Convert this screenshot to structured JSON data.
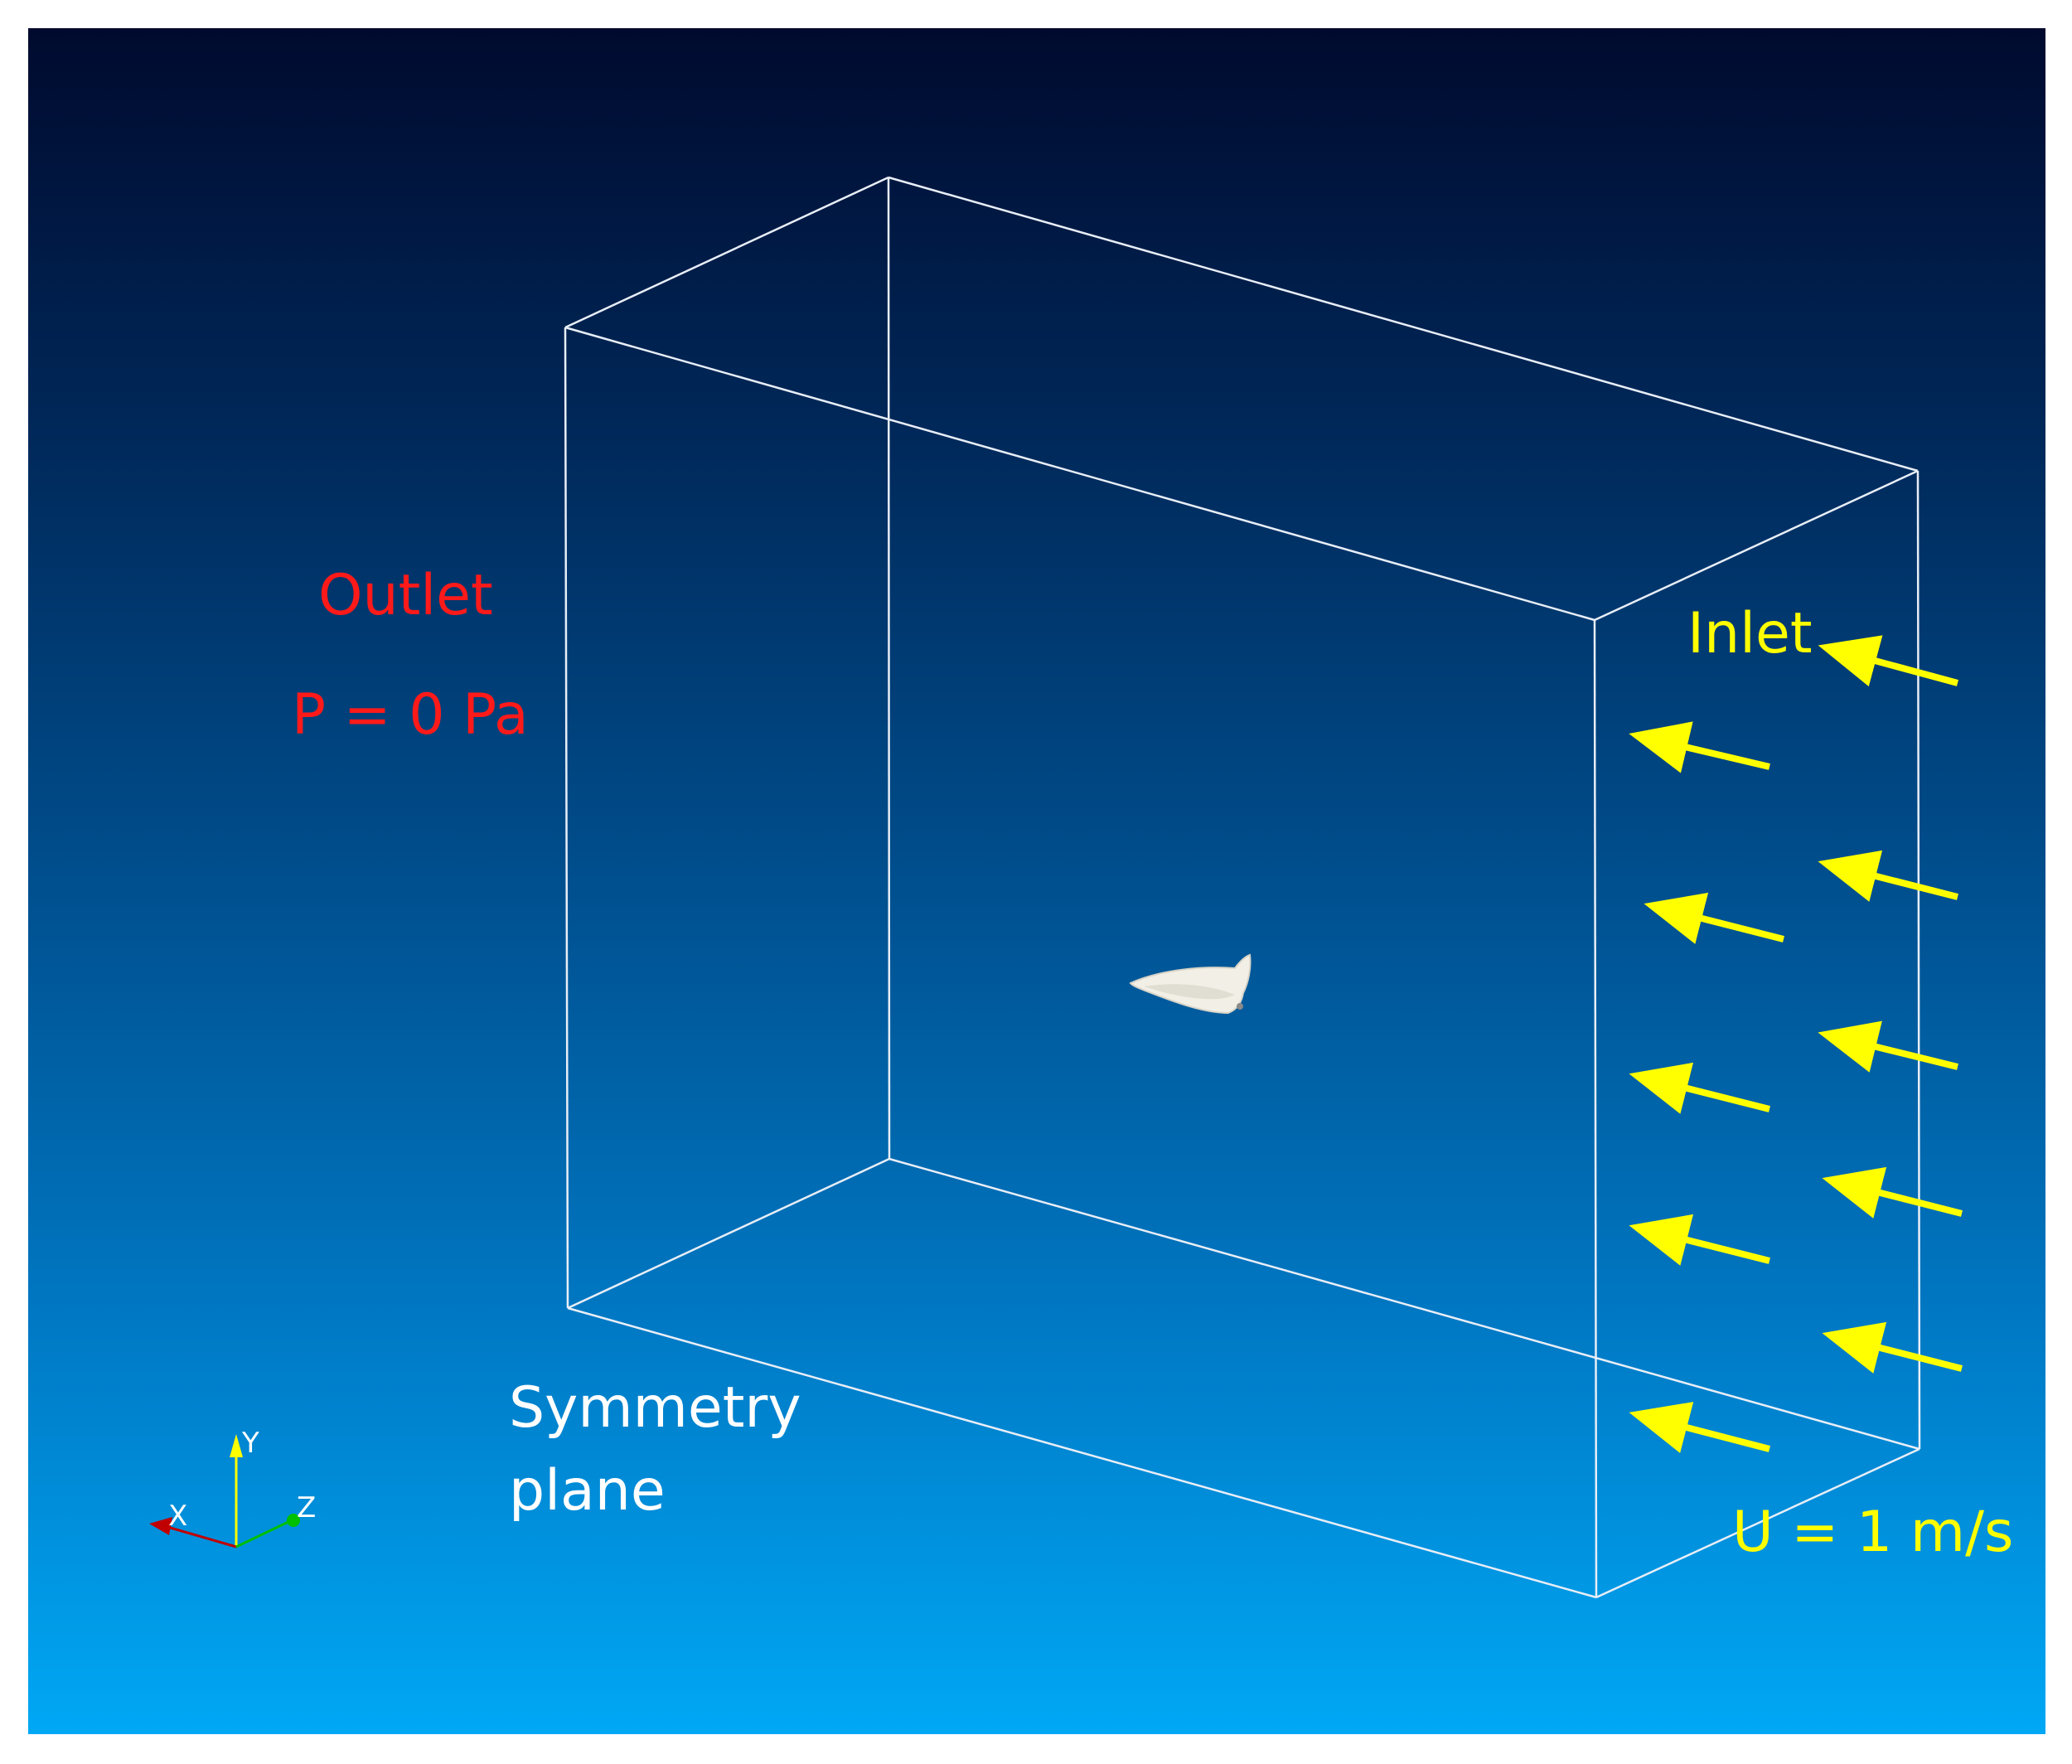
{
  "labels": {
    "outlet": "Outlet",
    "pressure": "P = 0 Pa",
    "inlet": "Inlet",
    "velocity": "U = 1 m/s",
    "symmetry_line1": "Symmetry",
    "symmetry_line2": "plane"
  },
  "axes": {
    "x": "X",
    "y": "Y",
    "z": "Z"
  },
  "colors": {
    "boundary_condition_outlet": "#ff1a1a",
    "inlet_arrows": "#ffff00",
    "box_edges": "#e8eef7",
    "body": "#f2efe6",
    "axis_x": "#c00000",
    "axis_y": "#ffff00",
    "axis_z": "#00c000"
  },
  "icons": {
    "inlet_arrow": "arrow-left-icon",
    "orientation": "xyz-triad-icon"
  }
}
